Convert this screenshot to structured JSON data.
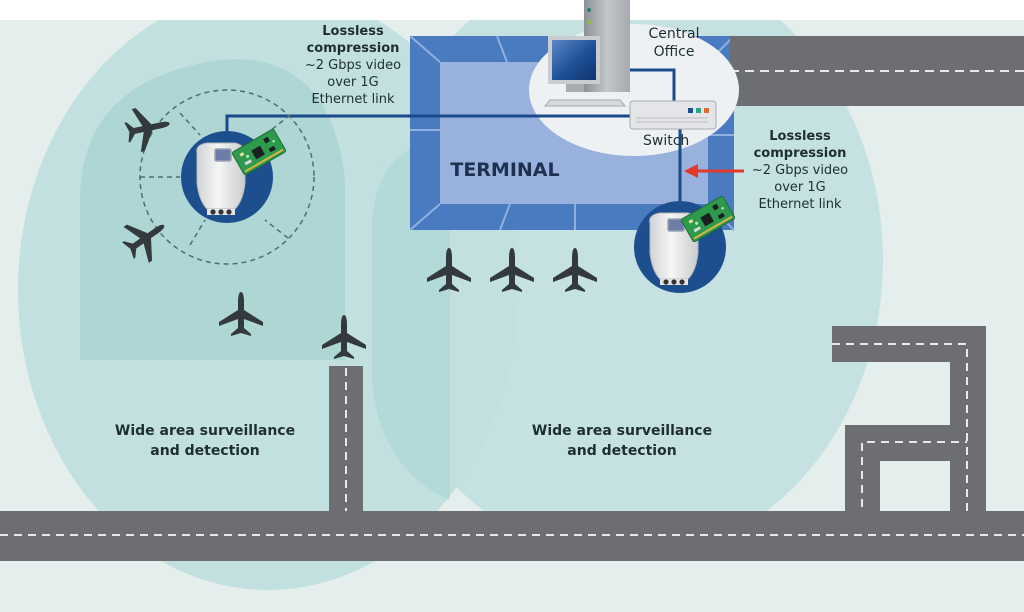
{
  "diagram": {
    "title": "Airport wide area surveillance network",
    "colors": {
      "background": "#e4eeed",
      "coverage_outer": "#c2e0df",
      "coverage_inner": "#a9d4d3",
      "terminal_outer": "#4a7bc0",
      "terminal_inner": "#98b2dd",
      "cable": "#1b4a8a",
      "camera_disc": "#1d4f8f",
      "road": "#6c6e71",
      "road_marking": "#e8e8e8",
      "plane": "#333a3d",
      "arrow": "#e2382e",
      "office_bubble": "#eef1f3"
    },
    "terminal": {
      "label": "TERMINAL"
    },
    "central_office": {
      "label_line1": "Central",
      "label_line2": "Office"
    },
    "switch": {
      "label": "Switch",
      "ports": [
        "#1d4f8f",
        "#2aa58a",
        "#e46a33"
      ]
    },
    "links": [
      {
        "id": "link-left",
        "line1": "Lossless",
        "line2": "compression",
        "line3": "~2 Gbps video",
        "line4": "over 1G",
        "line5": "Ethernet link"
      },
      {
        "id": "link-right",
        "line1": "Lossless",
        "line2": "compression",
        "line3": "~2 Gbps video",
        "line4": "over 1G",
        "line5": "Ethernet link"
      }
    ],
    "zones": [
      {
        "id": "zone-left",
        "line1": "Wide area surveillance",
        "line2": "and detection"
      },
      {
        "id": "zone-right",
        "line1": "Wide area surveillance",
        "line2": "and detection"
      }
    ],
    "cameras": [
      {
        "id": "camera-left",
        "name": "PTZ camera with compression board"
      },
      {
        "id": "camera-right",
        "name": "PTZ camera with compression board"
      }
    ],
    "aircraft_count": 7
  }
}
